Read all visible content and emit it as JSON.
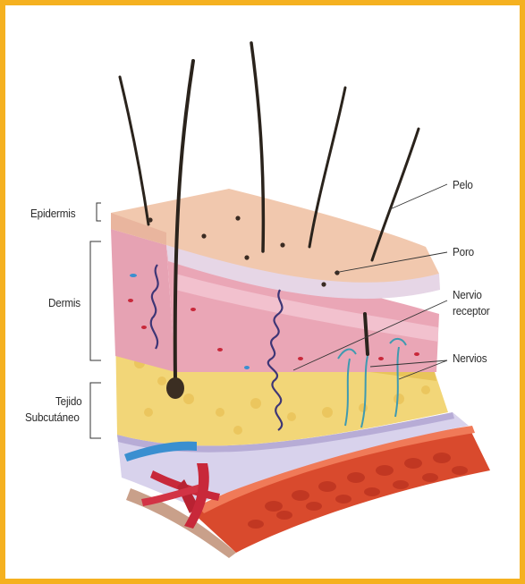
{
  "labels": {
    "left": {
      "epidermis": "Epidermis",
      "dermis": "Dermis",
      "tejido": "Tejido",
      "subcutaneo": "Subcutáneo"
    },
    "right": {
      "pelo": "Pelo",
      "poro": "Poro",
      "nervio": "Nervio",
      "receptor": "receptor",
      "nervios": "Nervios"
    }
  },
  "colors": {
    "frame": "#f5b120",
    "epidermis_top": "#f1c8ae",
    "dermis": "#e8a0b4",
    "subcutaneous": "#f2d678",
    "muscle": "#d84a2c",
    "fascia": "#c9c2e0",
    "hair": "#2a231c",
    "nerve": "#4a3c8c",
    "artery": "#c8283a",
    "vein": "#3a8fd0"
  }
}
